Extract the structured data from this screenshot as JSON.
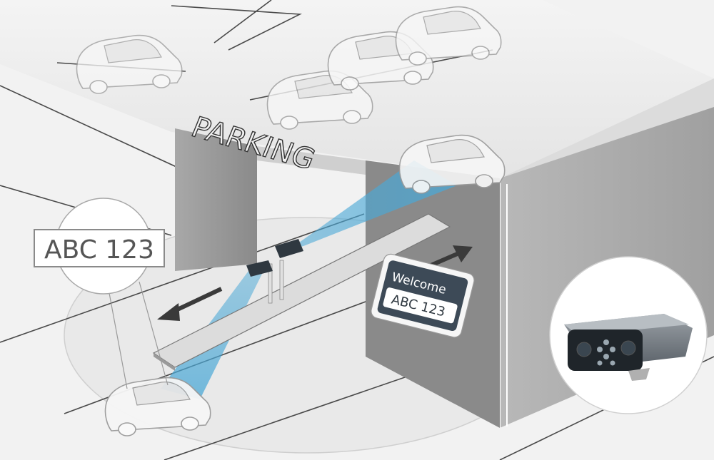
{
  "sign": {
    "parking": "PARKING",
    "welcome": "Welcome",
    "plate": "ABC 123"
  },
  "callout": {
    "plate": "ABC 123"
  },
  "colors": {
    "beam": "#4aa8d6",
    "wall": "#8e8e8e",
    "sign_bg": "#3d4a57",
    "camera": "#2f3840"
  },
  "icons": {
    "camera": "lpr-camera-icon",
    "arrow_out": "exit-arrow-icon",
    "arrow_in": "entry-arrow-icon"
  }
}
